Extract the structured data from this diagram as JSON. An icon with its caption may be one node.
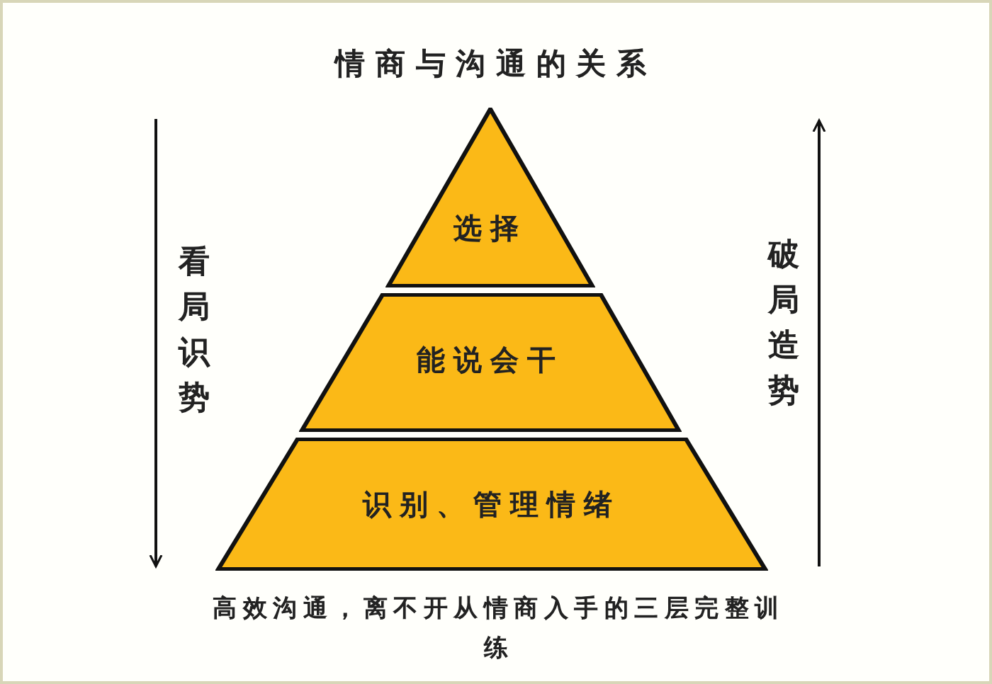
{
  "diagram": {
    "title": "情商与沟通的关系",
    "nodes": [
      {
        "text": [
          "选择"
        ]
      },
      {
        "text": [
          "能说会干"
        ]
      },
      {
        "text": [
          "识别、管理情绪"
        ]
      }
    ],
    "labels": [
      "看局识势",
      "破局造势"
    ],
    "caption": "高效沟通，离不开从情商入手的三层完整训练"
  }
}
